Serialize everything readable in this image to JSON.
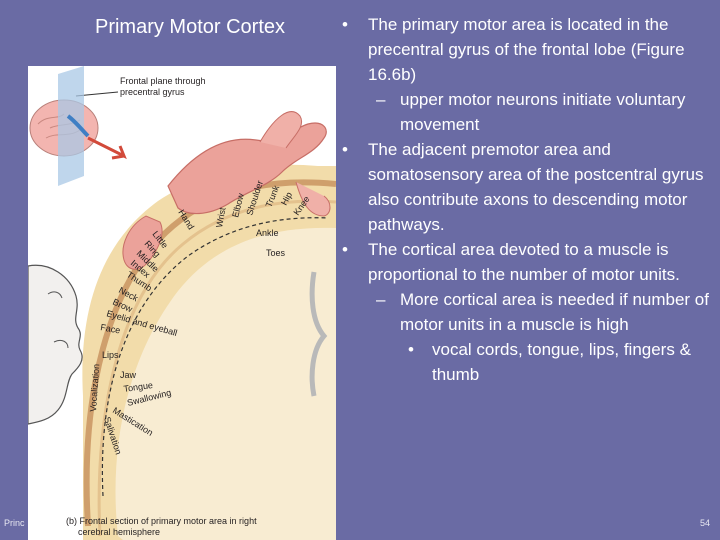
{
  "slide": {
    "title": "Primary Motor Cortex",
    "footer_left": "Princ",
    "page_number": "54"
  },
  "figure": {
    "callout": [
      "Frontal plane through",
      "precentral gyrus"
    ],
    "caption_line1": "(b) Frontal section of primary motor area in right",
    "caption_line2": "cerebral hemisphere",
    "labels": {
      "hip": "Hip",
      "trunk": "Trunk",
      "knee": "Knee",
      "shoulder": "Shoulder",
      "elbow": "Elbow",
      "wrist": "Wrist",
      "ankle": "Ankle",
      "toes": "Toes",
      "hand": "Hand",
      "little": "Little",
      "ring": "Ring",
      "middle": "Middle",
      "index": "Index",
      "thumb": "Thumb",
      "neck": "Neck",
      "brow": "Brow",
      "eyelid_eyeball": "Eyelid and eyeball",
      "face": "Face",
      "lips": "Lips",
      "jaw": "Jaw",
      "tongue": "Tongue",
      "swallowing": "Swallowing",
      "mastication": "Mastication",
      "salivation": "Salivation",
      "vocalization": "Vocalization"
    }
  },
  "bullets": [
    {
      "level": 1,
      "marker": "•",
      "text": "The primary motor area is located in the precentral gyrus of the frontal lobe (Figure 16.6b)"
    },
    {
      "level": 2,
      "marker": "–",
      "text": "upper motor neurons initiate voluntary movement"
    },
    {
      "level": 1,
      "marker": "•",
      "text": "The adjacent premotor area and somatosensory area of the postcentral gyrus also contribute axons to descending motor pathways."
    },
    {
      "level": 1,
      "marker": "•",
      "text": "The cortical area devoted to a muscle is proportional to the number of motor units."
    },
    {
      "level": 2,
      "marker": "–",
      "text": "More cortical area is needed if number of motor units in a muscle is high"
    },
    {
      "level": 3,
      "marker": "•",
      "text": "vocal cords, tongue, lips, fingers & thumb"
    }
  ]
}
